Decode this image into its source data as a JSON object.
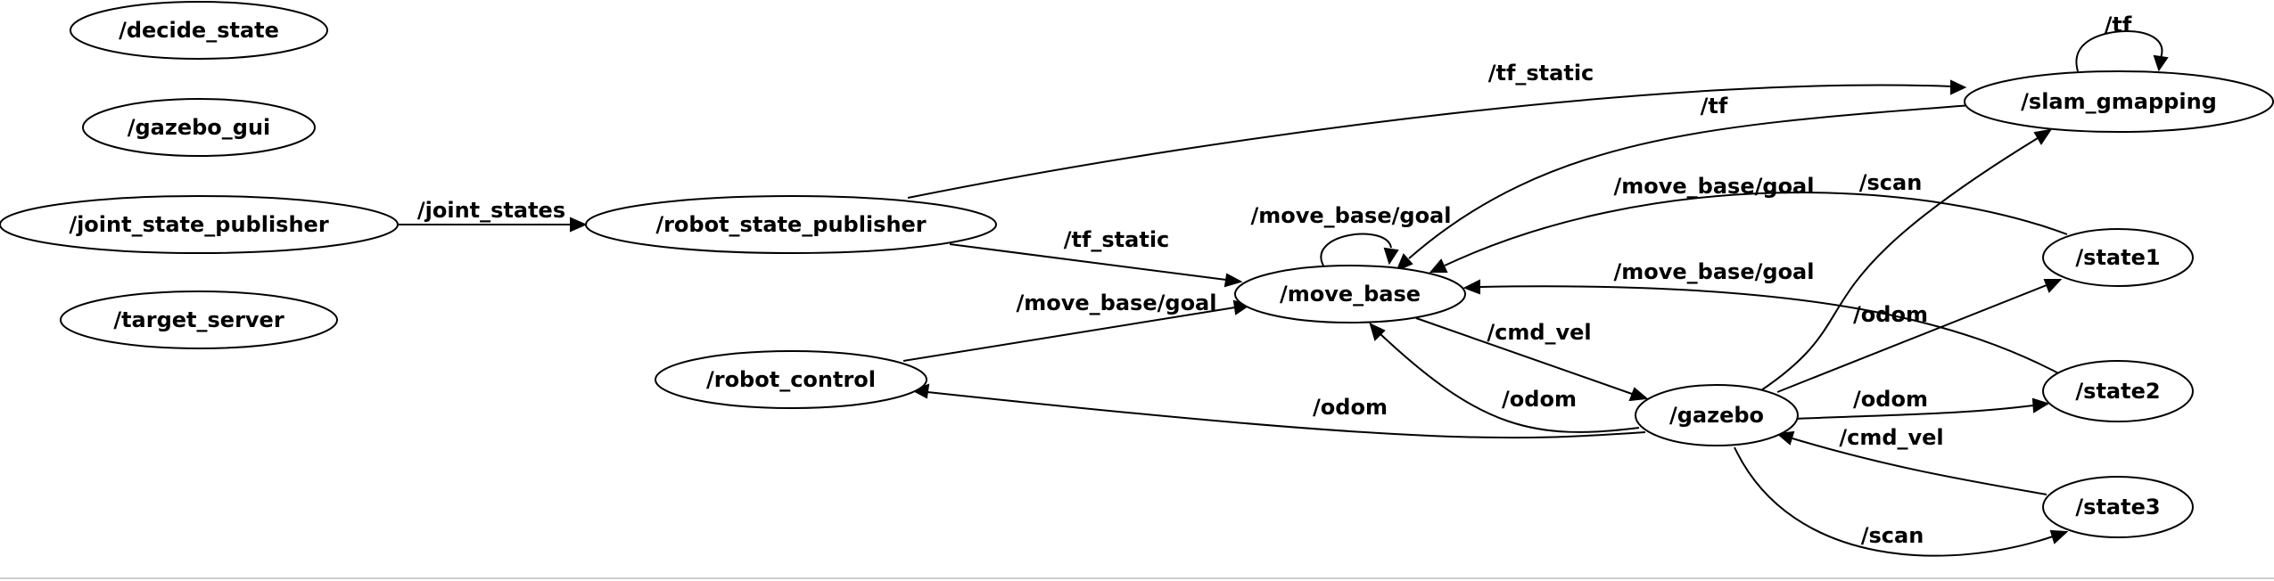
{
  "graph": {
    "nodes": {
      "decide_state": "/decide_state",
      "gazebo_gui": "/gazebo_gui",
      "joint_state_publisher": "/joint_state_publisher",
      "target_server": "/target_server",
      "robot_state_publisher": "/robot_state_publisher",
      "robot_control": "/robot_control",
      "move_base": "/move_base",
      "gazebo": "/gazebo",
      "slam_gmapping": "/slam_gmapping",
      "state1": "/state1",
      "state2": "/state2",
      "state3": "/state3"
    },
    "edges": {
      "jsp_to_rsp": "/joint_states",
      "rsp_to_slam": "/tf_static",
      "rsp_to_movebase": "/tf_static",
      "slam_self_tf": "/tf",
      "slam_to_movebase": "/tf",
      "movebase_self_goal": "/move_base/goal",
      "state1_to_movebase": "/move_base/goal",
      "state2_to_movebase": "/move_base/goal",
      "robotcontrol_to_movebase": "/move_base/goal",
      "gazebo_to_slam_scan": "/scan",
      "gazebo_to_state1_odom": "/odom",
      "gazebo_to_state2_odom": "/odom",
      "movebase_to_gazebo_cmdvel": "/cmd_vel",
      "gazebo_to_movebase_odom": "/odom",
      "gazebo_to_robotcontrol_odom": "/odom",
      "state3_to_gazebo_cmdvel": "/cmd_vel",
      "gazebo_to_state3_scan": "/scan"
    }
  }
}
